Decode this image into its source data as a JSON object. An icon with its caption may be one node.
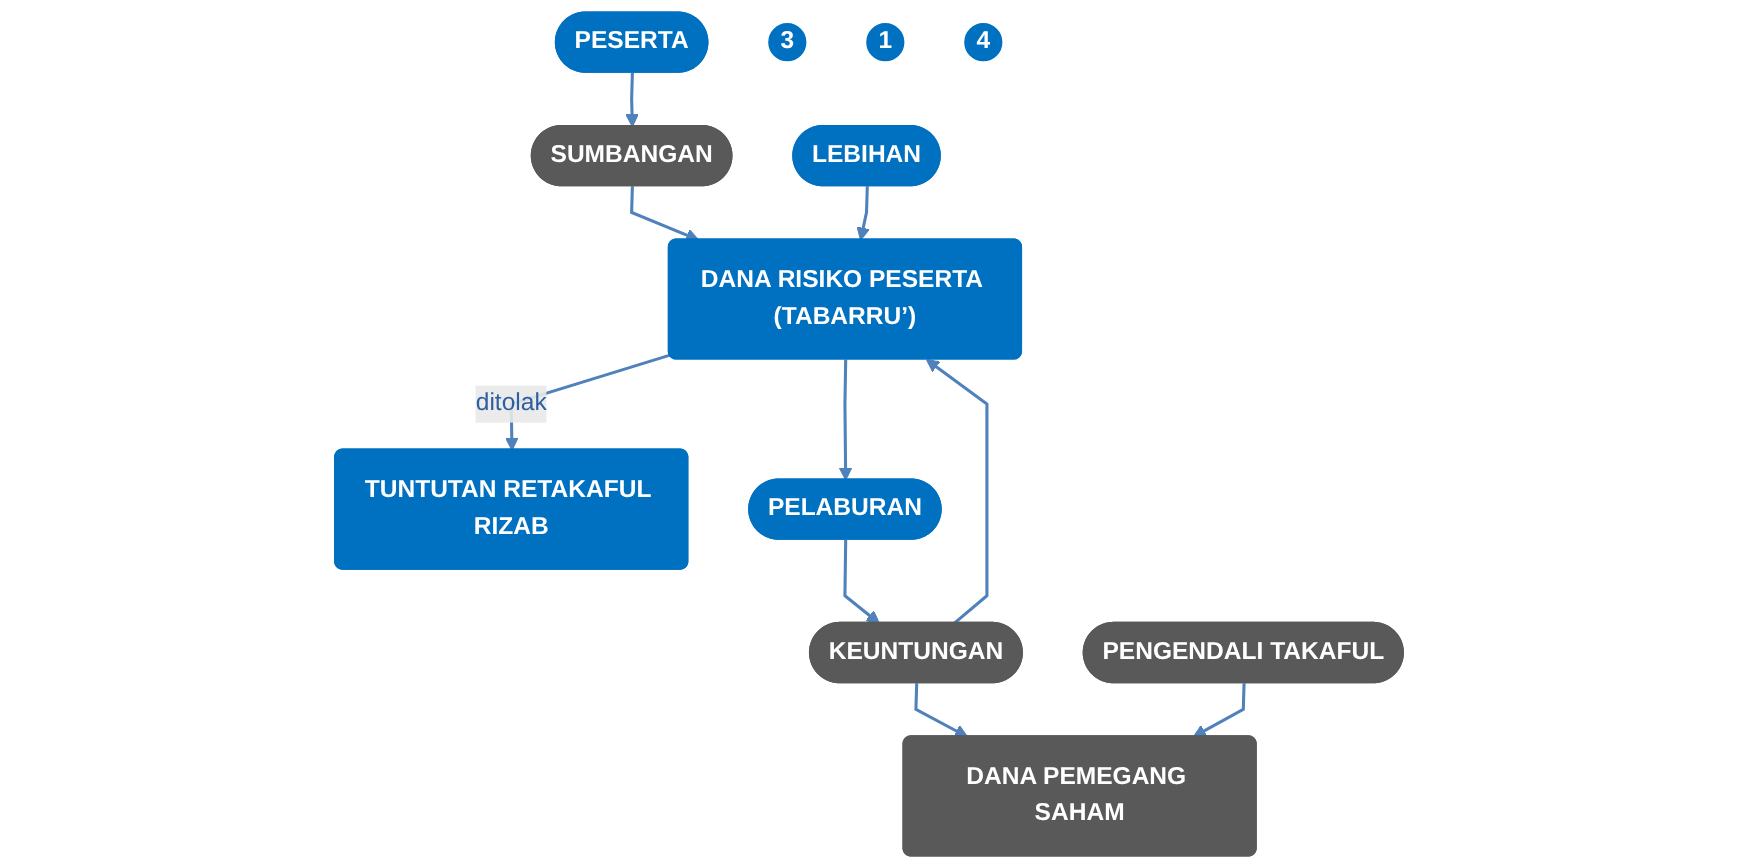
{
  "diagram": {
    "nodes": [
      {
        "text": [
          "PESERTA"
        ]
      },
      {
        "text": [
          "PENGENDALI TAKAFUL"
        ]
      },
      {
        "text": [
          "SUMBANGAN"
        ]
      },
      {
        "text": [
          "3"
        ]
      },
      {
        "text": [
          "1"
        ]
      },
      {
        "text": [
          "DANA RISIKO PESERTA (TABARRU’)"
        ]
      },
      {
        "text": [
          "LEBIHAN"
        ]
      },
      {
        "text": [
          "DANA PEMEGANG SAHAM"
        ]
      },
      {
        "text": [
          "TUNTUTAN RETAKAFUL RIZAB"
        ]
      },
      {
        "text": [
          "PELABURAN"
        ]
      },
      {
        "text": [
          "4"
        ]
      },
      {
        "text": [
          "KEUNTUNGAN"
        ]
      }
    ],
    "edges": [
      {
        "from": 0,
        "to": 2,
        "arrow": "to"
      },
      {
        "from": 2,
        "to": 5,
        "arrow": "to"
      },
      {
        "from": 6,
        "to": 5,
        "arrow": "to"
      },
      {
        "from": 5,
        "to": 8,
        "arrow": "to",
        "label": "ditolak"
      },
      {
        "from": 5,
        "to": 9,
        "arrow": "to"
      },
      {
        "from": 9,
        "to": 11,
        "arrow": "to"
      },
      {
        "from": 11,
        "to": 5,
        "arrow": "to"
      },
      {
        "from": 11,
        "to": 7,
        "arrow": "to"
      },
      {
        "from": 1,
        "to": 7,
        "arrow": "to"
      }
    ]
  }
}
